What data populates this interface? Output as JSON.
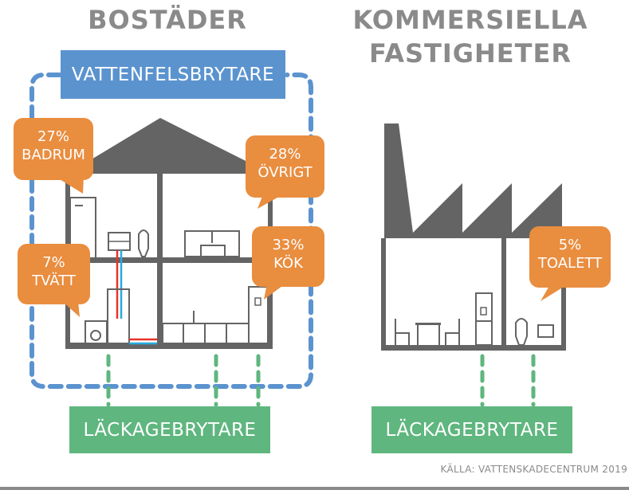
{
  "residential": {
    "title": "BOSTÄDER",
    "top_device": "VATTENFELSBRYTARE",
    "bottom_device": "LÄCKAGEBRYTARE",
    "callouts": [
      {
        "percent": "27%",
        "label": "BADRUM"
      },
      {
        "percent": "28%",
        "label": "ÖVRIGT"
      },
      {
        "percent": "7%",
        "label": "TVÄTT"
      },
      {
        "percent": "33%",
        "label": "KÖK"
      }
    ]
  },
  "commercial": {
    "title_line1": "KOMMERSIELLA",
    "title_line2": "FASTIGHETER",
    "bottom_device": "LÄCKAGEBRYTARE",
    "callouts": [
      {
        "percent": "5%",
        "label": "TOALETT"
      }
    ]
  },
  "source": "KÄLLA: VATTENSKADECENTRUM 2019",
  "colors": {
    "gray": "#646464",
    "blue": "#5b93cf",
    "green": "#5fb67f",
    "orange": "#e98d3f",
    "title_gray": "#8a8a8a"
  }
}
